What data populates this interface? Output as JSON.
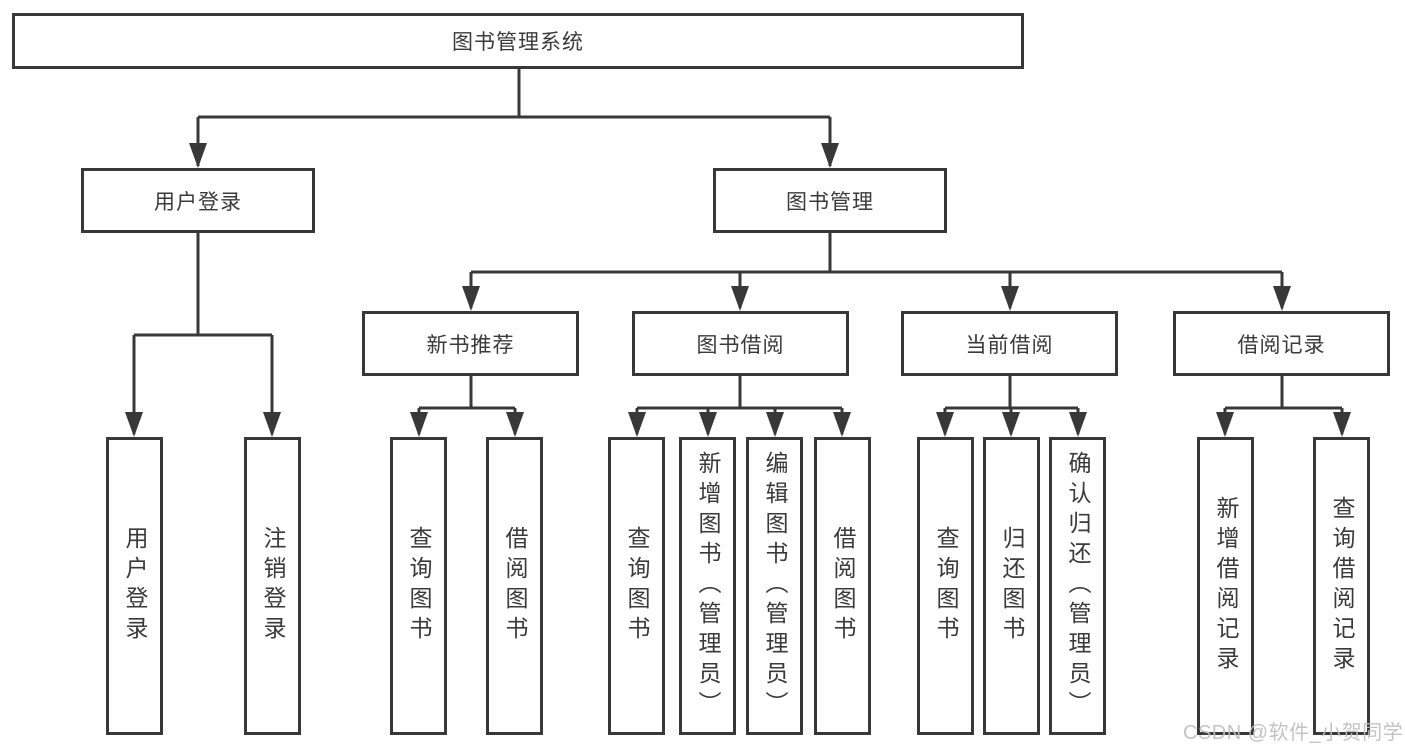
{
  "diagram": {
    "title": "图书管理系统",
    "level2": {
      "user_login": "用户登录",
      "book_mgmt": "图书管理"
    },
    "level3": {
      "new_books": "新书推荐",
      "book_borrow": "图书借阅",
      "current_borrow": "当前借阅",
      "borrow_records": "借阅记录"
    },
    "leaves": {
      "user_login_1": "用户登录",
      "user_login_2": "注销登录",
      "new_books_1": "查询图书",
      "new_books_2": "借阅图书",
      "book_borrow_1": "查询图书",
      "book_borrow_2": "新增图书（管理员）",
      "book_borrow_3": "编辑图书（管理员）",
      "book_borrow_4": "借阅图书",
      "current_borrow_1": "查询图书",
      "current_borrow_2": "归还图书",
      "current_borrow_3": "确认归还（管理员）",
      "borrow_records_1": "新增借阅记录",
      "borrow_records_2": "查询借阅记录"
    }
  },
  "watermark": "CSDN @软件_小贺同学",
  "colors": {
    "line": "#383838",
    "text": "#3a3a3a",
    "background": "#ffffff",
    "watermark": "#bebebe"
  }
}
